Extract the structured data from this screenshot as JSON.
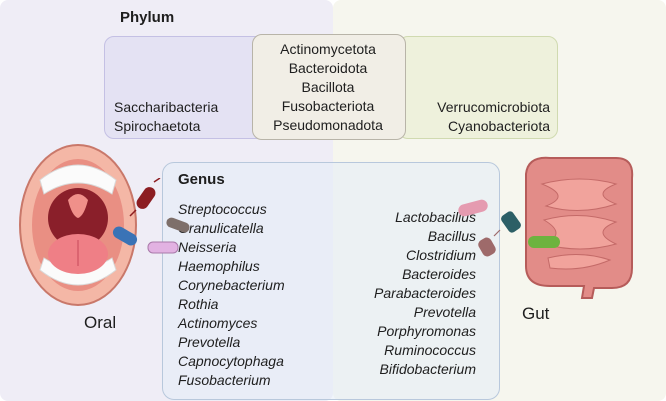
{
  "phylum": {
    "title": "Phylum",
    "oral_only": [
      "Saccharibacteria",
      "Spirochaetota"
    ],
    "shared": [
      "Actinomycetota",
      "Bacteroidota",
      "Bacillota",
      "Fusobacteriota",
      "Pseudomonadota"
    ],
    "gut_only": [
      "Verrucomicrobiota",
      "Cyanobacteriota"
    ]
  },
  "genus": {
    "title": "Genus",
    "oral": [
      "Streptococcus",
      "Granulicatella",
      "Neisseria",
      "Haemophilus",
      "Corynebacterium",
      "Rothia",
      "Actinomyces",
      "Prevotella",
      "Capnocytophaga",
      "Fusobacterium"
    ],
    "gut": [
      "Lactobacillus",
      "Bacillus",
      "Clostridium",
      "Bacteroides",
      "Parabacteroides",
      "Prevotella",
      "Porphyromonas",
      "Ruminococcus",
      "Bifidobacterium"
    ]
  },
  "labels": {
    "oral": "Oral",
    "gut": "Gut"
  },
  "icons": {
    "mouth": "open-mouth-icon",
    "gut": "intestine-icon",
    "bacteria": "bacterium-icon"
  },
  "colors": {
    "oral_panel": "#efedf6",
    "gut_panel": "#f6f6ee",
    "genus_box": "#e4ecf8"
  }
}
